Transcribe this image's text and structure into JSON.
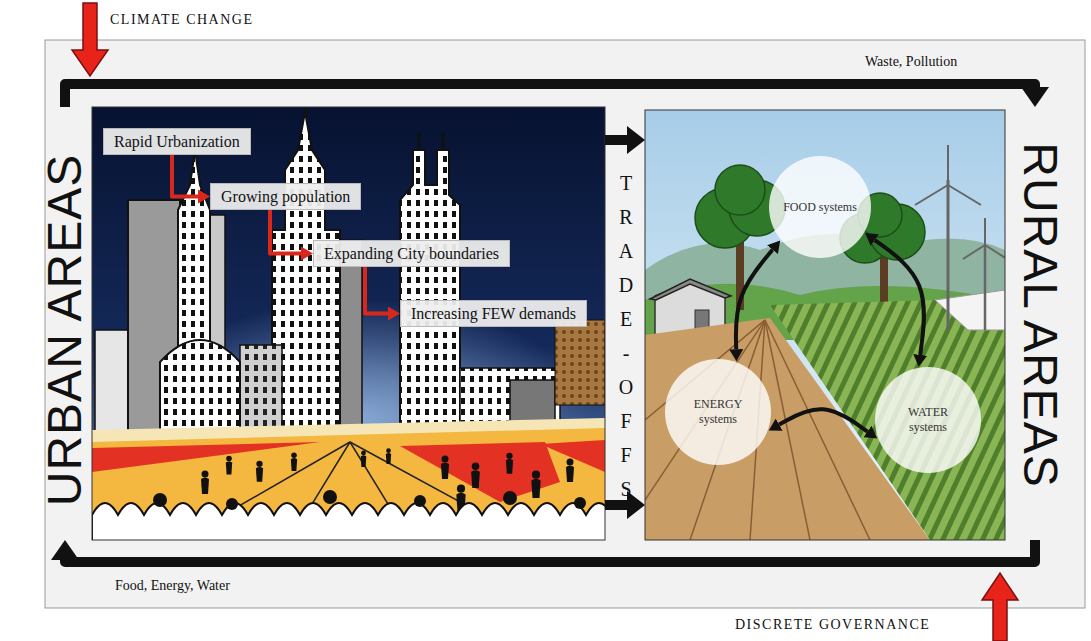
{
  "diagram": {
    "nodes": [
      {
        "text": [
          "URBAN AREAS"
        ]
      },
      {
        "text": [
          "Rapid Urbanization"
        ],
        "in": 0
      },
      {
        "text": [
          "Growing population"
        ],
        "in": 0
      },
      {
        "text": [
          "Expanding City boundaries"
        ],
        "in": 0
      },
      {
        "text": [
          "Increasing FEW demands"
        ],
        "in": 0
      },
      {
        "text": [
          "RURAL AREAS"
        ]
      },
      {
        "text": [
          "FOOD systems"
        ],
        "in": 5
      },
      {
        "text": [
          "ENERGY systems"
        ],
        "in": 5
      },
      {
        "text": [
          "WATER systems"
        ],
        "in": 5
      }
    ],
    "edges": [
      {
        "from": 0,
        "to": 5,
        "label": "Waste, Pollution",
        "arrow": "to"
      },
      {
        "from": 1,
        "to": 2,
        "arrow": "to"
      },
      {
        "from": 2,
        "to": 3,
        "arrow": "to"
      },
      {
        "from": 3,
        "to": 4,
        "arrow": "to"
      },
      {
        "from": 0,
        "to": 5,
        "arrow": "to"
      },
      {
        "from": 0,
        "to": 5,
        "arrow": "to"
      },
      {
        "from": 6,
        "to": 7,
        "arrow": "both"
      },
      {
        "from": 6,
        "to": 8,
        "arrow": "both"
      },
      {
        "from": 7,
        "to": 8,
        "arrow": "both"
      },
      {
        "from": 5,
        "to": 0,
        "label": "Food, Energy, Water",
        "arrow": "to"
      }
    ],
    "labels": [
      "CLIMATE CHANGE",
      "TRADE-OFFS",
      "DISCRETE GOVERNANCE"
    ]
  }
}
